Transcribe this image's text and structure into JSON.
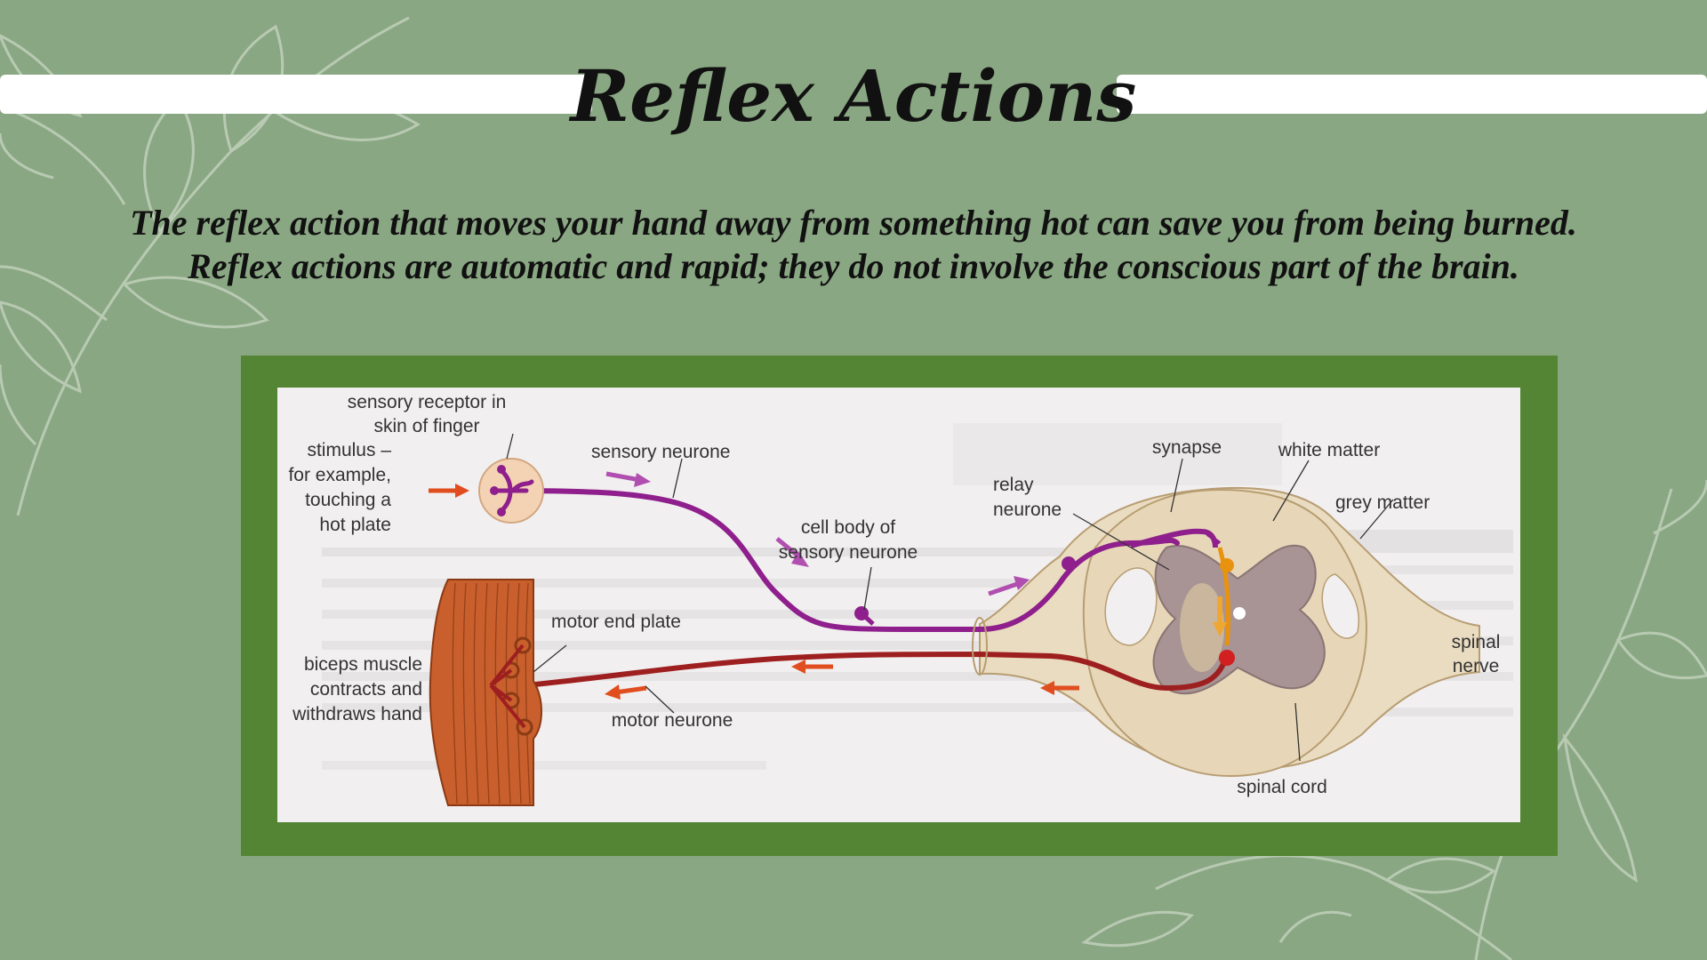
{
  "slide": {
    "title": "Reflex Actions",
    "subtitle_line1": "The reflex action that moves your hand away from something hot can save you from being burned.",
    "subtitle_line2": "Reflex actions are automatic and rapid; they do not involve the conscious part of the brain."
  },
  "diagram": {
    "labels": {
      "receptor_line1": "sensory receptor in",
      "receptor_line2": "skin of finger",
      "stimulus_line1": "stimulus –",
      "stimulus_line2": "for example,",
      "stimulus_line3": "touching a",
      "stimulus_line4": "hot plate",
      "sensory_neurone": "sensory neurone",
      "cell_body_line1": "cell body of",
      "cell_body_line2": "sensory neurone",
      "relay_line1": "relay",
      "relay_line2": "neurone",
      "synapse": "synapse",
      "white_matter": "white matter",
      "grey_matter": "grey matter",
      "spinal_nerve_line1": "spinal",
      "spinal_nerve_line2": "nerve",
      "motor_end_plate": "motor end plate",
      "biceps_line1": "biceps muscle",
      "biceps_line2": "contracts and",
      "biceps_line3": "withdraws hand",
      "motor_neurone": "motor neurone",
      "spinal_cord": "spinal cord"
    },
    "colors": {
      "sensory_neurone": "#8e1f8c",
      "motor_neurone": "#9e1f1f",
      "relay_neurone": "#e8920f",
      "muscle": "#c85f2c",
      "white_matter": "#eadcc0",
      "grey_matter": "#a89494",
      "frame": "#548535",
      "background": "#8aa783"
    }
  }
}
